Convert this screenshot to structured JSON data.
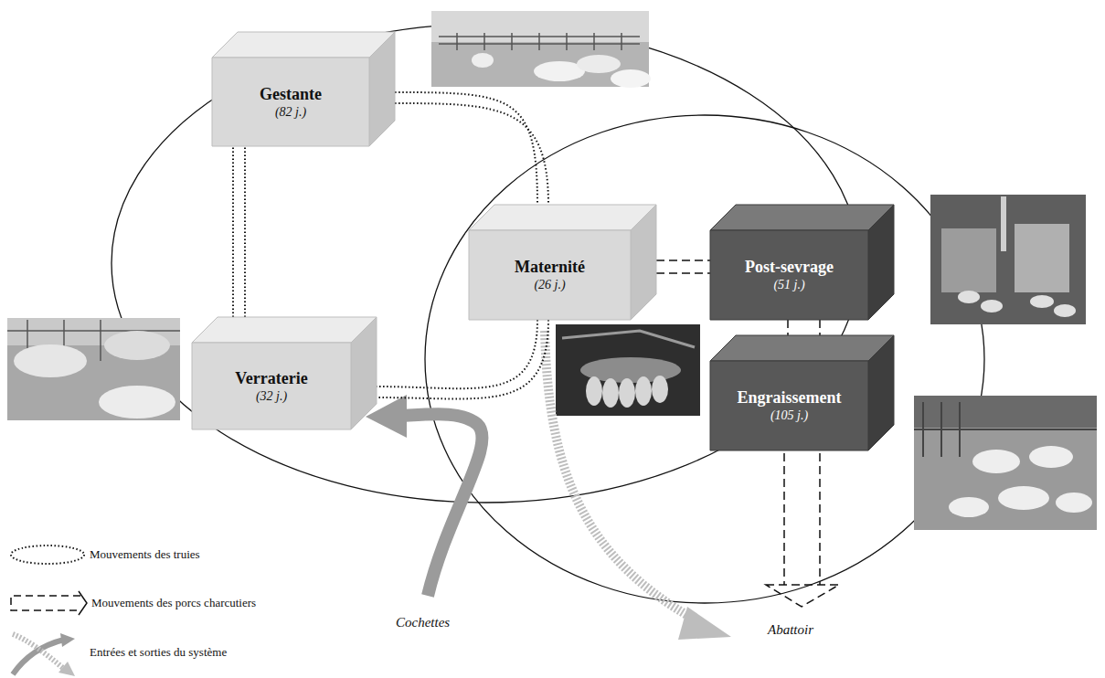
{
  "diagram": {
    "nodes": [
      {
        "text": [
          "Gestante",
          "(82 j.)"
        ]
      },
      {
        "text": [
          "Verraterie",
          "(32 j.)"
        ]
      },
      {
        "text": [
          "Maternité",
          "(26 j.)"
        ]
      },
      {
        "text": [
          "Post-sevrage",
          "(51 j.)"
        ]
      },
      {
        "text": [
          "Engraissement",
          "(105 j.)"
        ]
      }
    ],
    "edges": [
      {
        "from": 1,
        "to": 0,
        "arrow": "none"
      },
      {
        "from": 0,
        "to": 2,
        "arrow": "none"
      },
      {
        "from": 2,
        "to": 1,
        "arrow": "none"
      },
      {
        "from": 2,
        "to": 3,
        "arrow": "none"
      },
      {
        "from": 3,
        "to": 4,
        "arrow": "none"
      }
    ],
    "labels": [
      "Cochettes",
      "Abattoir"
    ],
    "legend": [
      {
        "text": "Mouvements des truies"
      },
      {
        "text": "Mouvements des porcs charcutiers"
      },
      {
        "text": "Entrées et sorties du système"
      }
    ]
  }
}
